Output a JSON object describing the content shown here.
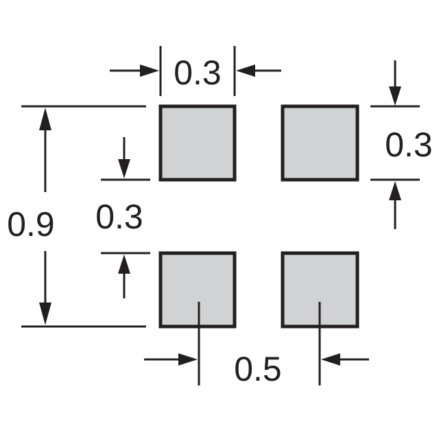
{
  "diagram": {
    "title": "",
    "pads": [
      {
        "name": "top-left"
      },
      {
        "name": "top-right"
      },
      {
        "name": "bottom-left"
      },
      {
        "name": "bottom-right"
      }
    ],
    "dimensions": {
      "pad_width": {
        "label": "0.3",
        "value": 0.3
      },
      "pad_height": {
        "label": "0.3",
        "value": 0.3
      },
      "pad_gap": {
        "label": "0.3",
        "value": 0.3
      },
      "overall_height": {
        "label": "0.9",
        "value": 0.9
      },
      "pad_pitch": {
        "label": "0.5",
        "value": 0.5
      }
    },
    "colors": {
      "pad_fill": "#d1d2d4",
      "outline": "#231f20",
      "background": "#ffffff"
    }
  }
}
